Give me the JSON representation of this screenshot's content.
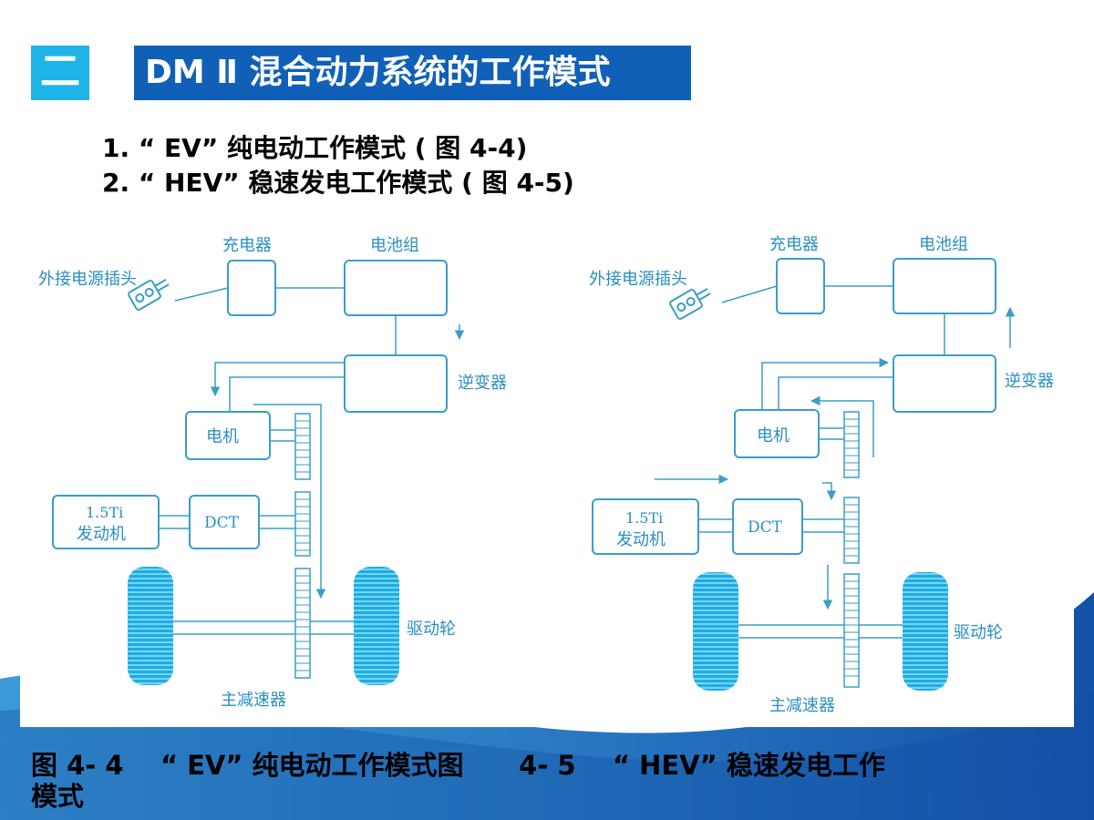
{
  "header": {
    "section_number": "二",
    "title": "DM Ⅱ 混合动力系统的工作模式"
  },
  "modes": [
    "1. “ EV” 纯电动工作模式 ( 图 4-4)",
    "2. “ HEV” 稳速发电工作模式 ( 图 4-5)"
  ],
  "diagram_labels": {
    "charger": "充电器",
    "battery": "电池组",
    "plug": "外接电源插头",
    "inverter": "逆变器",
    "motor": "电机",
    "engine_line1": "1.5Ti",
    "engine_line2": "发动机",
    "dct": "DCT",
    "drive_wheel": "驱动轮",
    "final_drive": "主减速器"
  },
  "caption": {
    "line1": "图 4- 4    “ EV” 纯电动工作模式图      4- 5    “ HEV” 稳速发电工作",
    "line2": "模式"
  },
  "colors": {
    "section_number_bg": "#1fb4e8",
    "title_bg": "#1060b8",
    "diagram_line": "#3a9ec8",
    "tire": "#1aaee6",
    "label": "#2a8fc0"
  }
}
